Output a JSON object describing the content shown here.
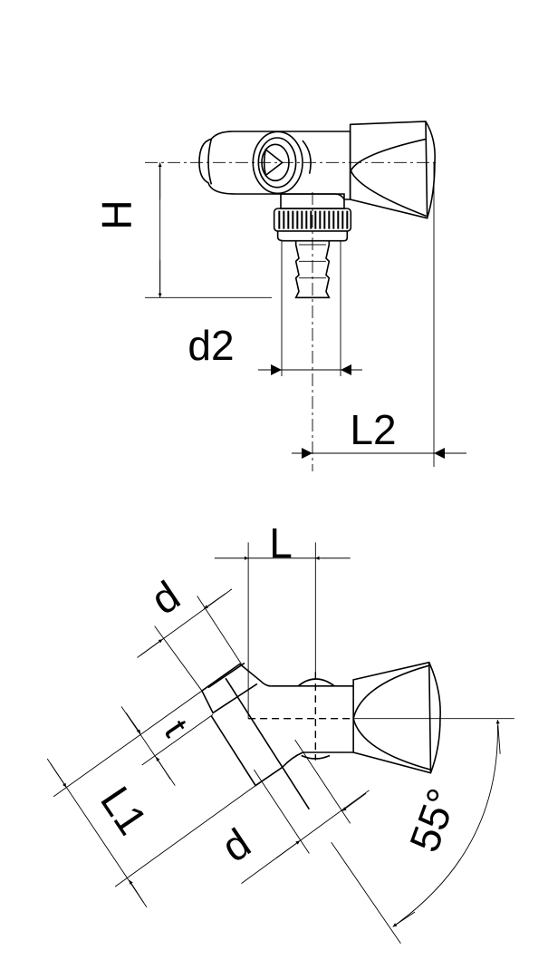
{
  "top_view": {
    "labels": {
      "height": "H",
      "outlet_diameter": "d2",
      "outlet_length": "L2"
    }
  },
  "bottom_view": {
    "labels": {
      "length": "L",
      "inlet_diameter_top": "d",
      "thread_depth": "t",
      "inlet_length": "L1",
      "inlet_diameter_bottom": "d",
      "angle": "55°"
    }
  }
}
